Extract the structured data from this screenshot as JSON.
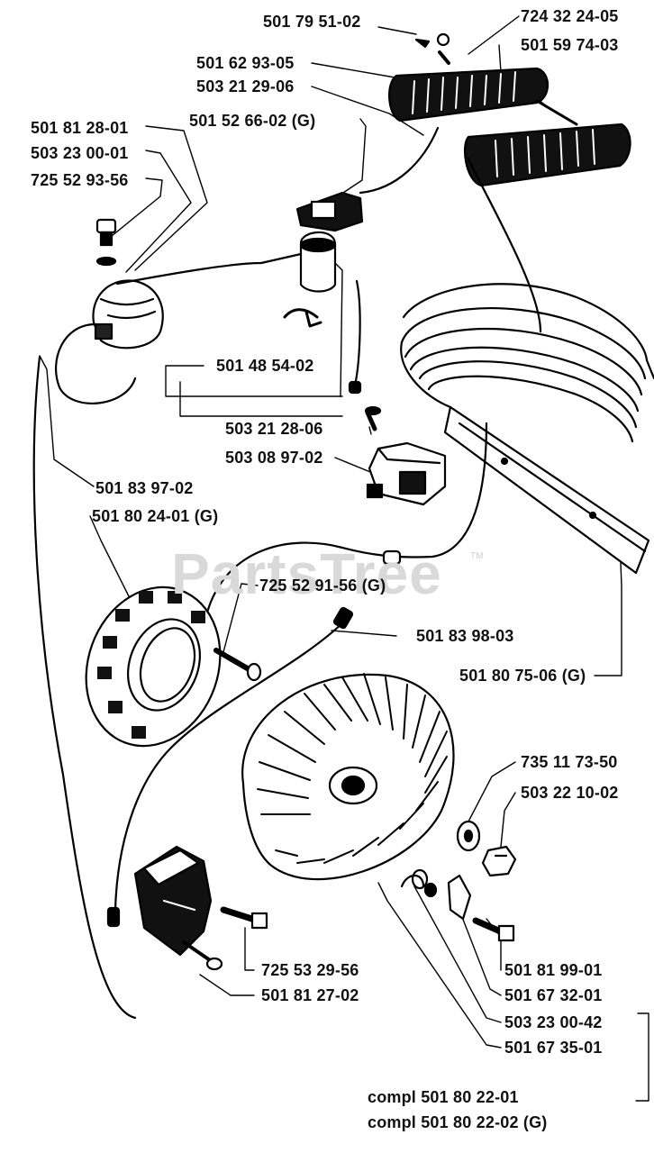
{
  "watermark": "PartsTree",
  "watermark_tm": "TM",
  "labels": {
    "p501795102": "501 79 51-02",
    "p724322405": "724 32 24-05",
    "p501629305": "501 62 93-05",
    "p501597403": "501 59 74-03",
    "p503212906": "503 21 29-06",
    "p501526602g": "501 52 66-02  (G)",
    "p501812801": "501 81 28-01",
    "p503230001": "503 23 00-01",
    "p725529356": "725 52 93-56",
    "p501485402": "501 48 54-02",
    "p503212806": "503 21 28-06",
    "p503089702": "503 08 97-02",
    "p501839702": "501 83 97-02",
    "p501802401g": "501 80 24-01 (G)",
    "p725529156g": "725 52 91-56 (G)",
    "p501839803": "501 83 98-03",
    "p501807506g": "501 80 75-06 (G)",
    "p735117350": "735 11 73-50",
    "p503221002": "503 22 10-02",
    "p725532956": "725 53 29-56",
    "p501812702": "501 81 27-02",
    "p501819901": "501 81 99-01",
    "p501673201": "501 67 32-01",
    "p503230042": "503 23 00-42",
    "p501673501": "501 67 35-01",
    "compl1": "compl 501 80 22-01",
    "compl2": "compl 501 80 22-02 (G)"
  }
}
